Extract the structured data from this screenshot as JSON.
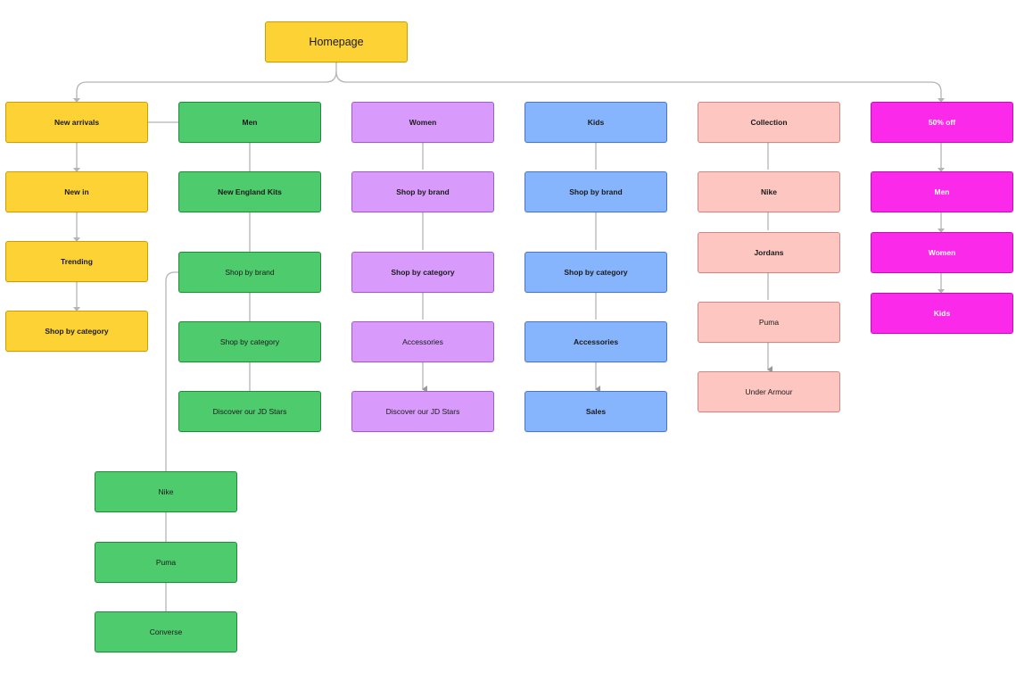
{
  "colors": {
    "yellow": "#fdd235",
    "green": "#4dcb6d",
    "purple": "#d89bfb",
    "blue": "#86b4fd",
    "pink": "#fec6c0",
    "magenta": "#fb29ea",
    "connector": "#b5b5b5"
  },
  "root": {
    "label": "Homepage"
  },
  "new_arrivals": {
    "header": "New arrivals",
    "items": [
      "New in",
      "Trending",
      "Shop by category"
    ]
  },
  "men": {
    "header": "Men",
    "items": [
      "New England Kits",
      "Shop by brand",
      "Shop by category",
      "Discover our JD Stars"
    ],
    "brands": [
      "Nike",
      "Puma",
      "Converse"
    ]
  },
  "women": {
    "header": "Women",
    "items": [
      "Shop by brand",
      "Shop by category",
      "Accessories",
      "Discover our JD Stars"
    ]
  },
  "kids": {
    "header": "Kids",
    "items": [
      "Shop by brand",
      "Shop by category",
      "Accessories",
      "Sales"
    ]
  },
  "collection": {
    "header": "Collection",
    "items": [
      "Nike",
      "Jordans",
      "Puma",
      "Under Armour"
    ]
  },
  "off50": {
    "header": "50% off",
    "items": [
      "Men",
      "Women",
      "Kids"
    ]
  }
}
